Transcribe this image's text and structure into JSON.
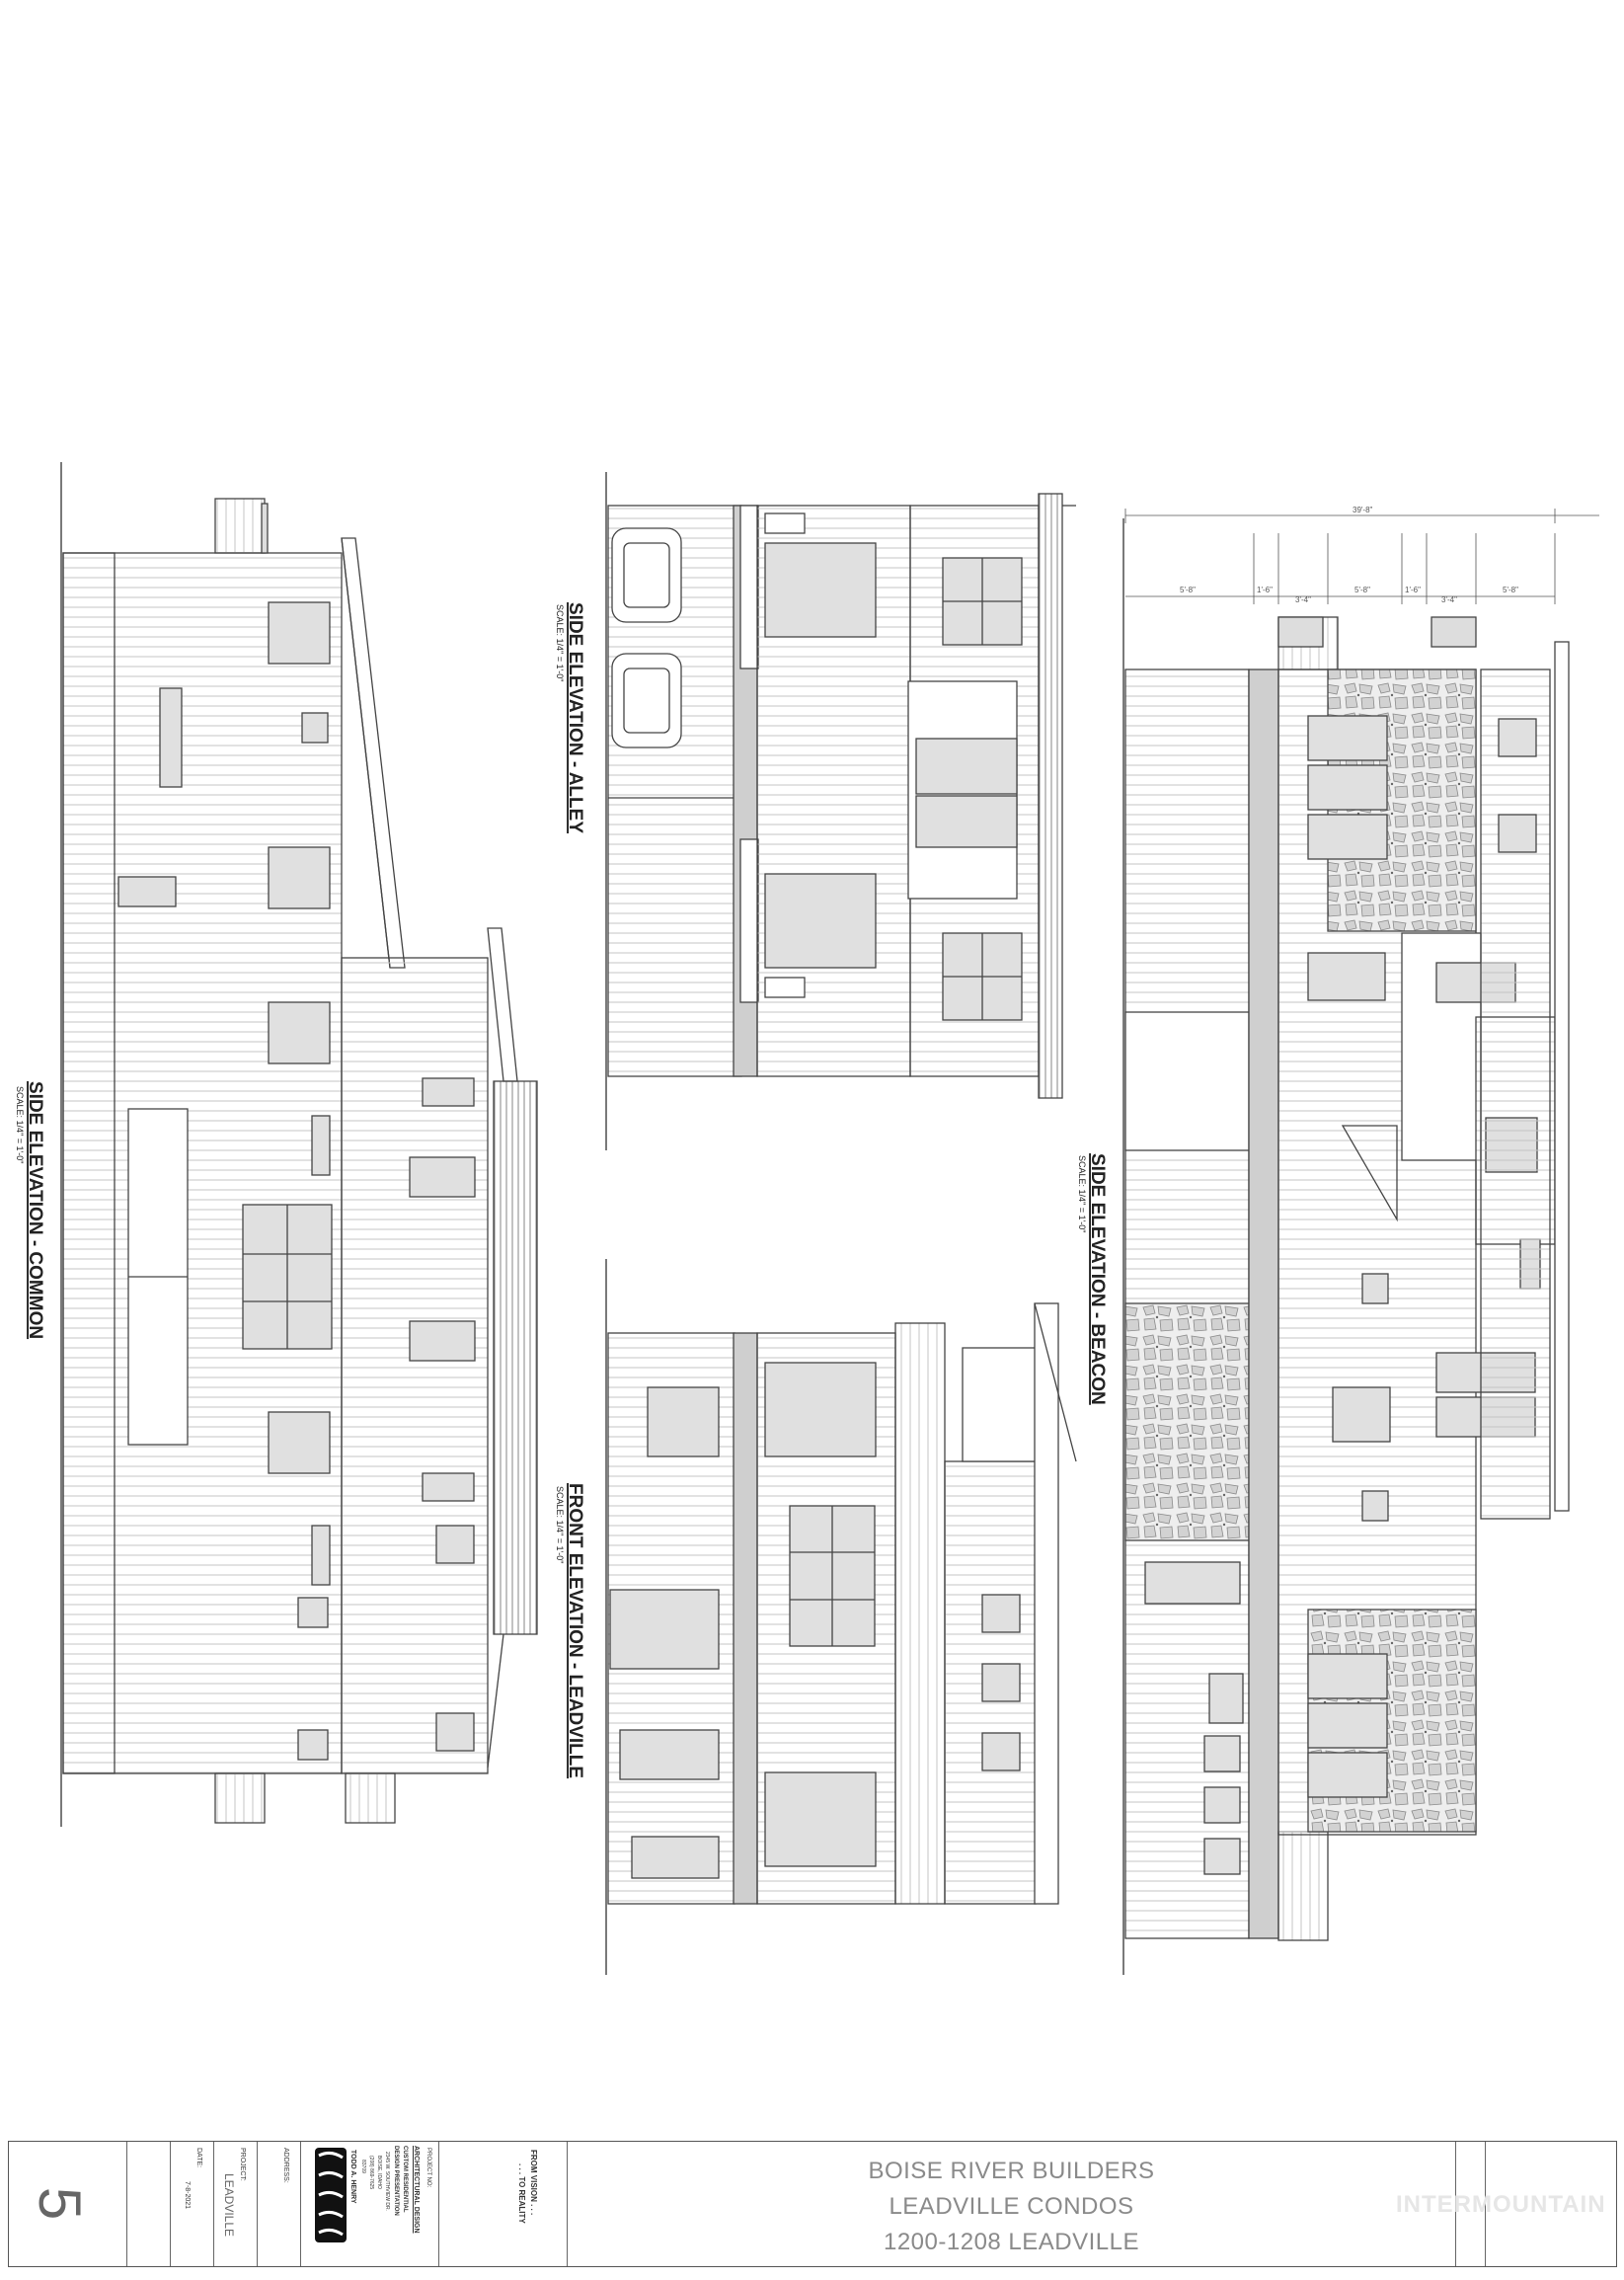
{
  "views": [
    {
      "key": "common",
      "title": "SIDE ELEVATION - COMMON",
      "scale": "SCALE: 1/4\" = 1'-0\""
    },
    {
      "key": "alley",
      "title": "SIDE ELEVATION - ALLEY",
      "scale": "SCALE: 1/4\" = 1'-0\""
    },
    {
      "key": "front",
      "title": "FRONT ELEVATION - LEADVILLE",
      "scale": "SCALE: 1/4\" = 1'-0\""
    },
    {
      "key": "beacon",
      "title": "SIDE ELEVATION - BEACON",
      "scale": "SCALE: 1/4\" = 1'-0\""
    }
  ],
  "dimensions": {
    "overall": "39'-8\"",
    "segments": [
      "5'-8\"",
      "1'-6\"",
      "3'-4\"",
      "5'-8\"",
      "1'-6\"",
      "3'-4\"",
      "5'-8\""
    ]
  },
  "title_block": {
    "sheet_number": "5",
    "project_label": "PROJECT:",
    "project_name": "LEADVILLE",
    "date_label": "DATE:",
    "date_value": "7-8-2021",
    "address_label": "ADDRESS:",
    "project_no_label": "PROJECT NO:",
    "designer": {
      "name": "TODD A. HENRY",
      "line1": "ARCHITECTURAL DESIGN",
      "line2": "CUSTOM RESIDENTIAL",
      "line3": "DESIGN PRESENTATION",
      "line4": "2345 W. SOUTHVIEW DR.",
      "line5": "BOISE, IDAHO",
      "line6": "(208) 869-7625",
      "line7": "83709"
    },
    "slogan_1": "FROM VISION . . .",
    "slogan_2": ". . . TO REALITY",
    "client": "BOISE RIVER BUILDERS",
    "project_title": "LEADVILLE CONDOS",
    "project_address": "1200-1208  LEADVILLE",
    "watermark": "INTERMOUNTAIN"
  }
}
